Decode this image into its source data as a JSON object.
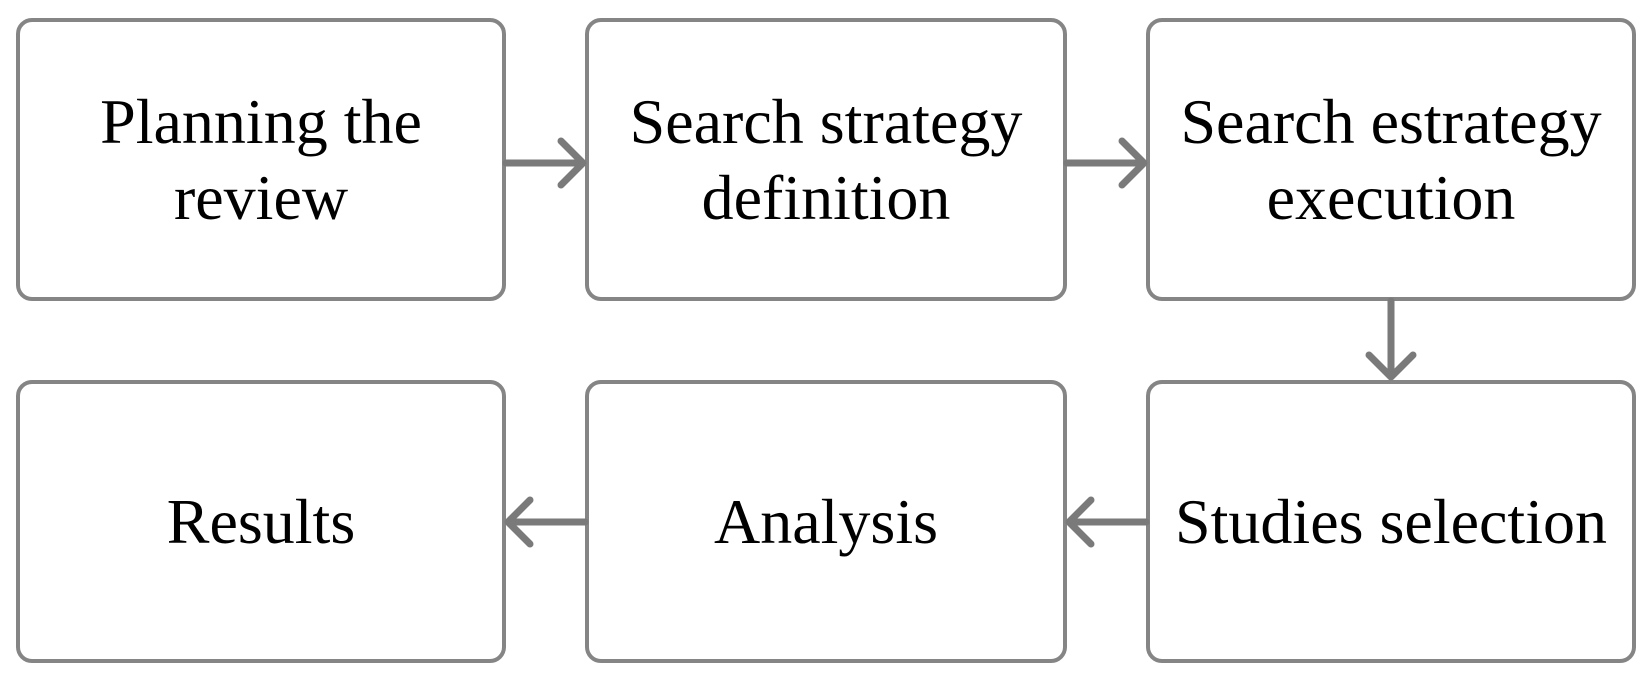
{
  "diagram": {
    "steps": [
      {
        "label": "Planning the review"
      },
      {
        "label": "Search strategy definition"
      },
      {
        "label": "Search estrategy execution"
      },
      {
        "label": "Studies selection"
      },
      {
        "label": "Analysis"
      },
      {
        "label": "Results"
      }
    ],
    "colors": {
      "border": "#858585",
      "arrow": "#7a7a7a",
      "text": "#000000"
    }
  }
}
